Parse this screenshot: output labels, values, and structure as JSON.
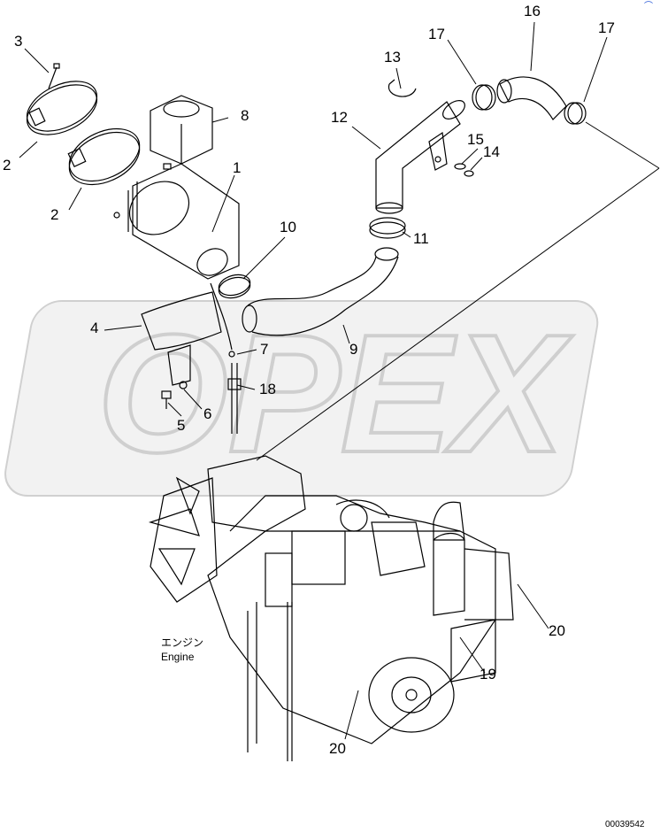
{
  "watermark": {
    "text": "OPEX"
  },
  "engine_label": {
    "jp": "エンジン",
    "en": "Engine"
  },
  "reference_number": "00039542",
  "corner_mark": "⌒",
  "callouts": [
    {
      "id": "1",
      "label": "1"
    },
    {
      "id": "2a",
      "label": "2"
    },
    {
      "id": "2b",
      "label": "2"
    },
    {
      "id": "3",
      "label": "3"
    },
    {
      "id": "4",
      "label": "4"
    },
    {
      "id": "5",
      "label": "5"
    },
    {
      "id": "6",
      "label": "6"
    },
    {
      "id": "7",
      "label": "7"
    },
    {
      "id": "8",
      "label": "8"
    },
    {
      "id": "9",
      "label": "9"
    },
    {
      "id": "10",
      "label": "10"
    },
    {
      "id": "11",
      "label": "11"
    },
    {
      "id": "12",
      "label": "12"
    },
    {
      "id": "13",
      "label": "13"
    },
    {
      "id": "14",
      "label": "14"
    },
    {
      "id": "15",
      "label": "15"
    },
    {
      "id": "16",
      "label": "16"
    },
    {
      "id": "17a",
      "label": "17"
    },
    {
      "id": "17b",
      "label": "17"
    },
    {
      "id": "18",
      "label": "18"
    },
    {
      "id": "19",
      "label": "19"
    },
    {
      "id": "20a",
      "label": "20"
    },
    {
      "id": "20b",
      "label": "20"
    }
  ]
}
